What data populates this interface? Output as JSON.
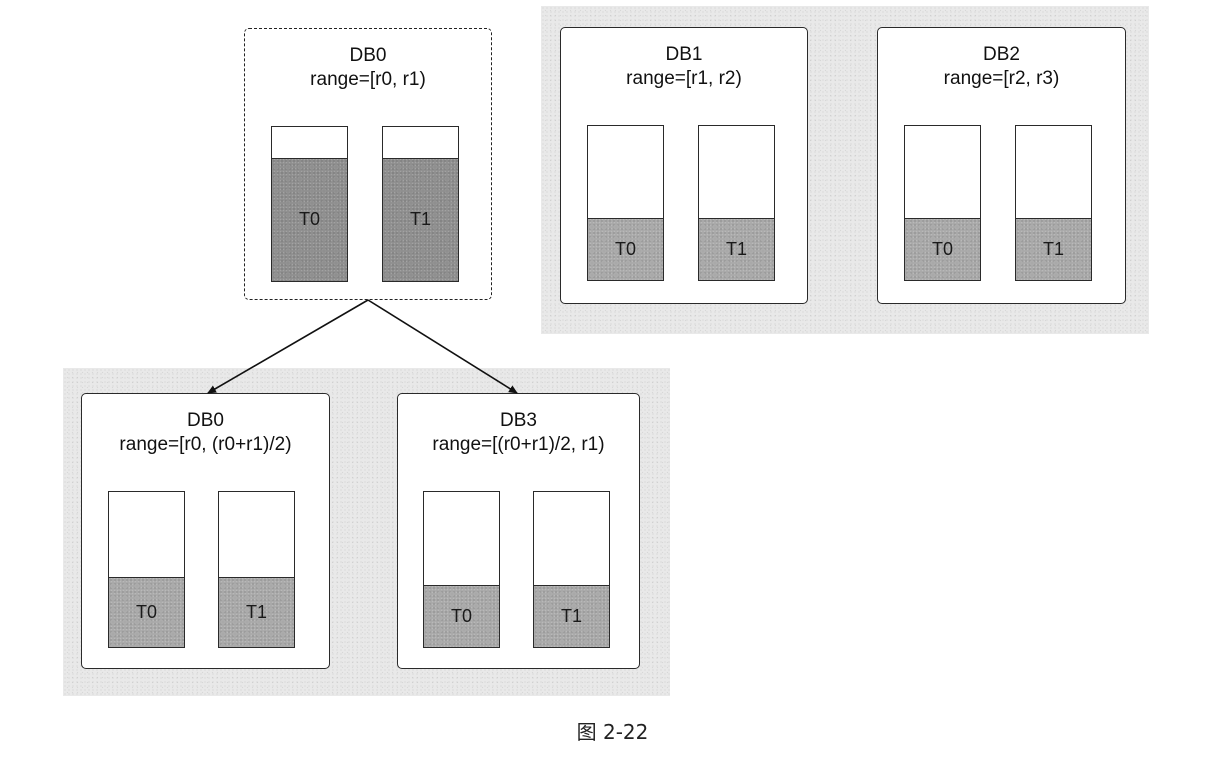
{
  "source_db": {
    "name": "DB0",
    "range": "range=[r0, r1)",
    "tables": [
      {
        "label": "T0",
        "fill_fraction": 0.8
      },
      {
        "label": "T1",
        "fill_fraction": 0.8
      }
    ]
  },
  "other_dbs": [
    {
      "name": "DB1",
      "range": "range=[r1, r2)",
      "tables": [
        {
          "label": "T0",
          "fill_fraction": 0.4
        },
        {
          "label": "T1",
          "fill_fraction": 0.4
        }
      ]
    },
    {
      "name": "DB2",
      "range": "range=[r2, r3)",
      "tables": [
        {
          "label": "T0",
          "fill_fraction": 0.4
        },
        {
          "label": "T1",
          "fill_fraction": 0.4
        }
      ]
    }
  ],
  "split_dbs": [
    {
      "name": "DB0",
      "range": "range=[r0, (r0+r1)/2)",
      "tables": [
        {
          "label": "T0",
          "fill_fraction": 0.45
        },
        {
          "label": "T1",
          "fill_fraction": 0.45
        }
      ]
    },
    {
      "name": "DB3",
      "range": "range=[(r0+r1)/2, r1)",
      "tables": [
        {
          "label": "T0",
          "fill_fraction": 0.4
        },
        {
          "label": "T1",
          "fill_fraction": 0.4
        }
      ]
    }
  ],
  "caption": "图 2-22"
}
